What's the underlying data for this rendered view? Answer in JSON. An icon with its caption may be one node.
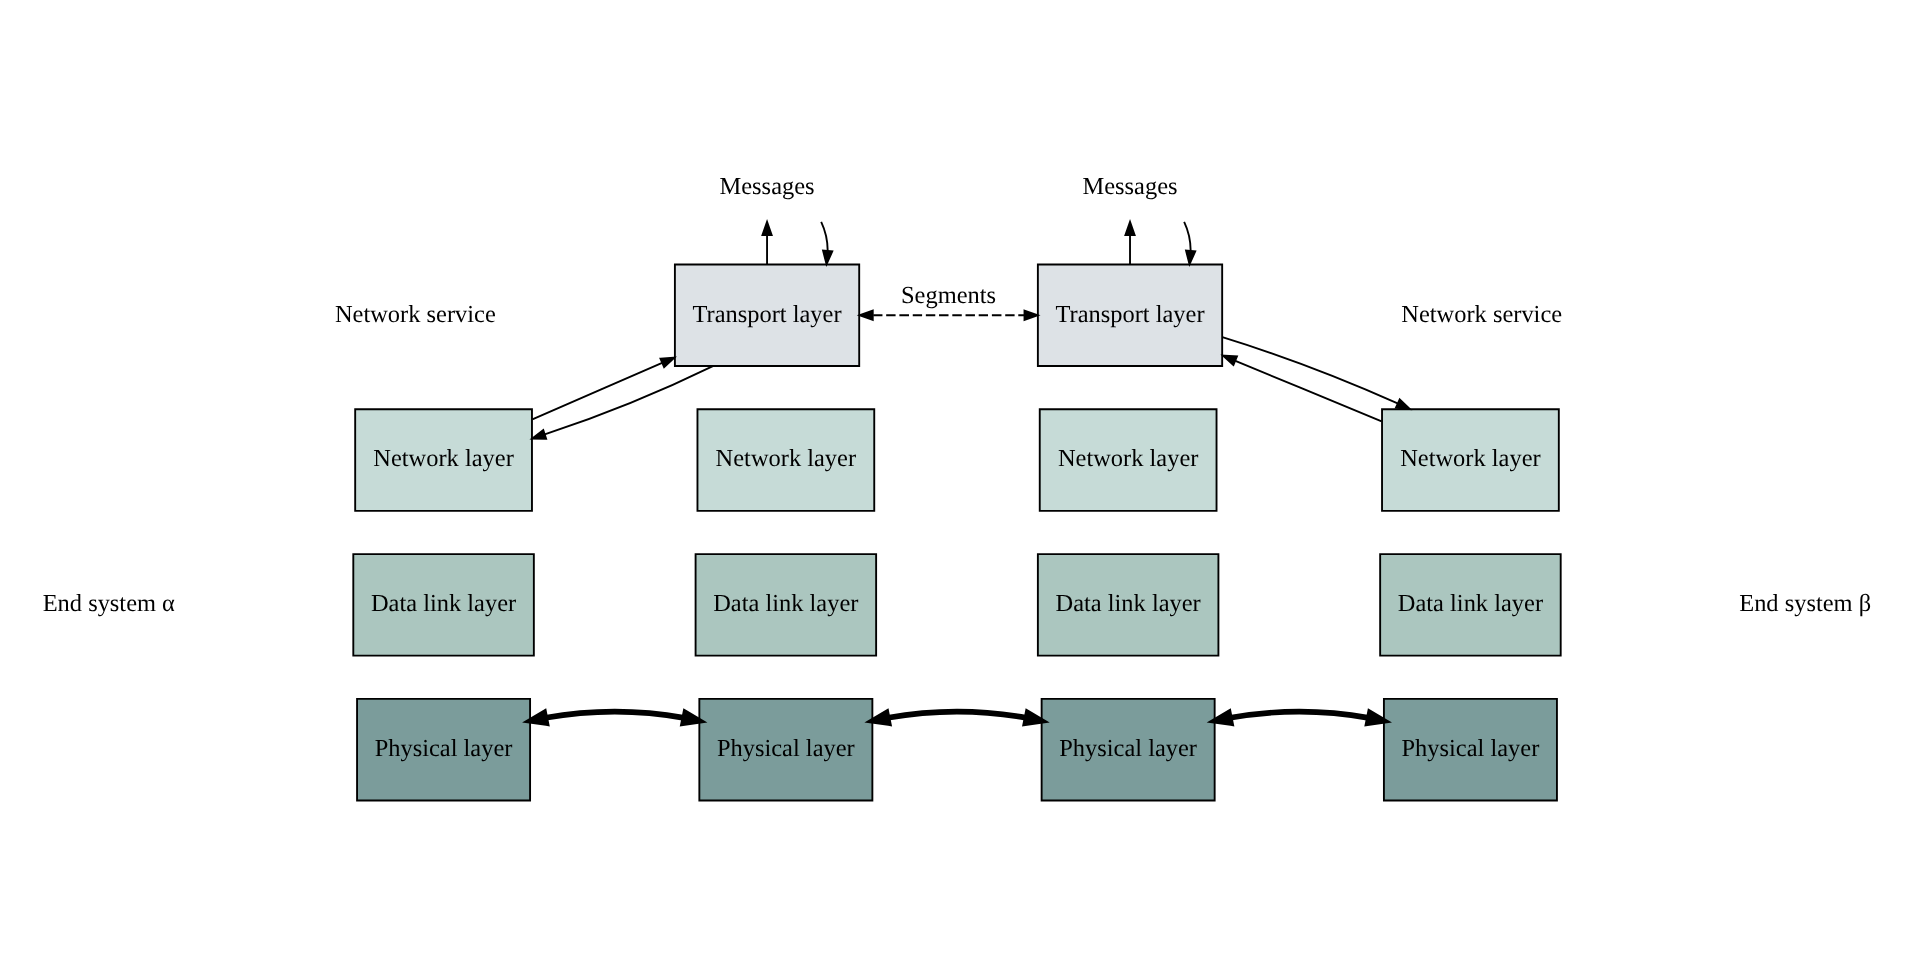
{
  "diagram": {
    "nodes": [
      {
        "text": [
          "Messages"
        ]
      },
      {
        "text": [
          "Transport layer"
        ]
      },
      {
        "text": [
          "Messages"
        ]
      },
      {
        "text": [
          "Transport layer"
        ]
      },
      {
        "text": [
          "Network layer"
        ]
      },
      {
        "text": [
          "Data link layer"
        ]
      },
      {
        "text": [
          "Physical layer"
        ]
      },
      {
        "text": [
          "Network layer"
        ]
      },
      {
        "text": [
          "Data link layer"
        ]
      },
      {
        "text": [
          "Physical layer"
        ]
      },
      {
        "text": [
          "Network layer"
        ]
      },
      {
        "text": [
          "Data link layer"
        ]
      },
      {
        "text": [
          "Physical layer"
        ]
      },
      {
        "text": [
          "Network layer"
        ]
      },
      {
        "text": [
          "Data link layer"
        ]
      },
      {
        "text": [
          "Physical layer"
        ]
      }
    ],
    "edges": [
      {
        "from": 1,
        "to": 0,
        "arrow": "to"
      },
      {
        "from": 0,
        "to": 1,
        "arrow": "to"
      },
      {
        "from": 3,
        "to": 2,
        "arrow": "to"
      },
      {
        "from": 2,
        "to": 3,
        "arrow": "to"
      },
      {
        "from": 1,
        "to": 3,
        "arrow": "both",
        "label": "Segments",
        "style": "dashed"
      },
      {
        "from": 4,
        "to": 1,
        "arrow": "to"
      },
      {
        "from": 1,
        "to": 4,
        "arrow": "to"
      },
      {
        "from": 13,
        "to": 3,
        "arrow": "to"
      },
      {
        "from": 3,
        "to": 13,
        "arrow": "to"
      },
      {
        "from": 6,
        "to": 9,
        "arrow": "both",
        "style": "thick"
      },
      {
        "from": 12,
        "to": 9,
        "arrow": "both",
        "style": "thick"
      },
      {
        "from": 12,
        "to": 15,
        "arrow": "both",
        "style": "thick"
      }
    ],
    "labels": [
      "Network service",
      "Network service",
      "End system α",
      "End system β"
    ]
  }
}
